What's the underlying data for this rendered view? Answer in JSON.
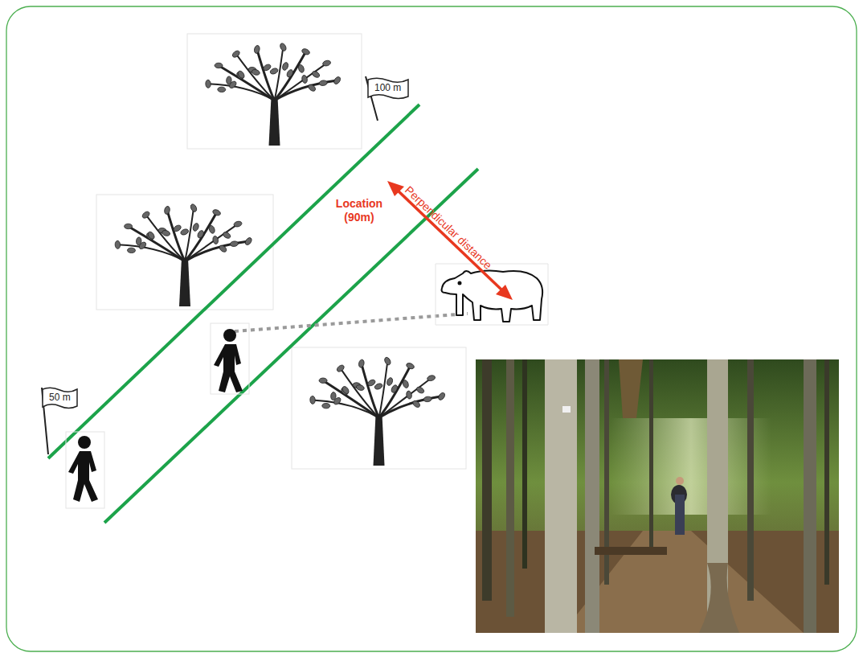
{
  "diagram": {
    "nodes": [
      {
        "text": [
          "100 m"
        ]
      },
      {
        "text": [
          "50 m"
        ]
      }
    ],
    "labels": [
      "Location (90m)",
      "Perpendicular distance"
    ]
  }
}
